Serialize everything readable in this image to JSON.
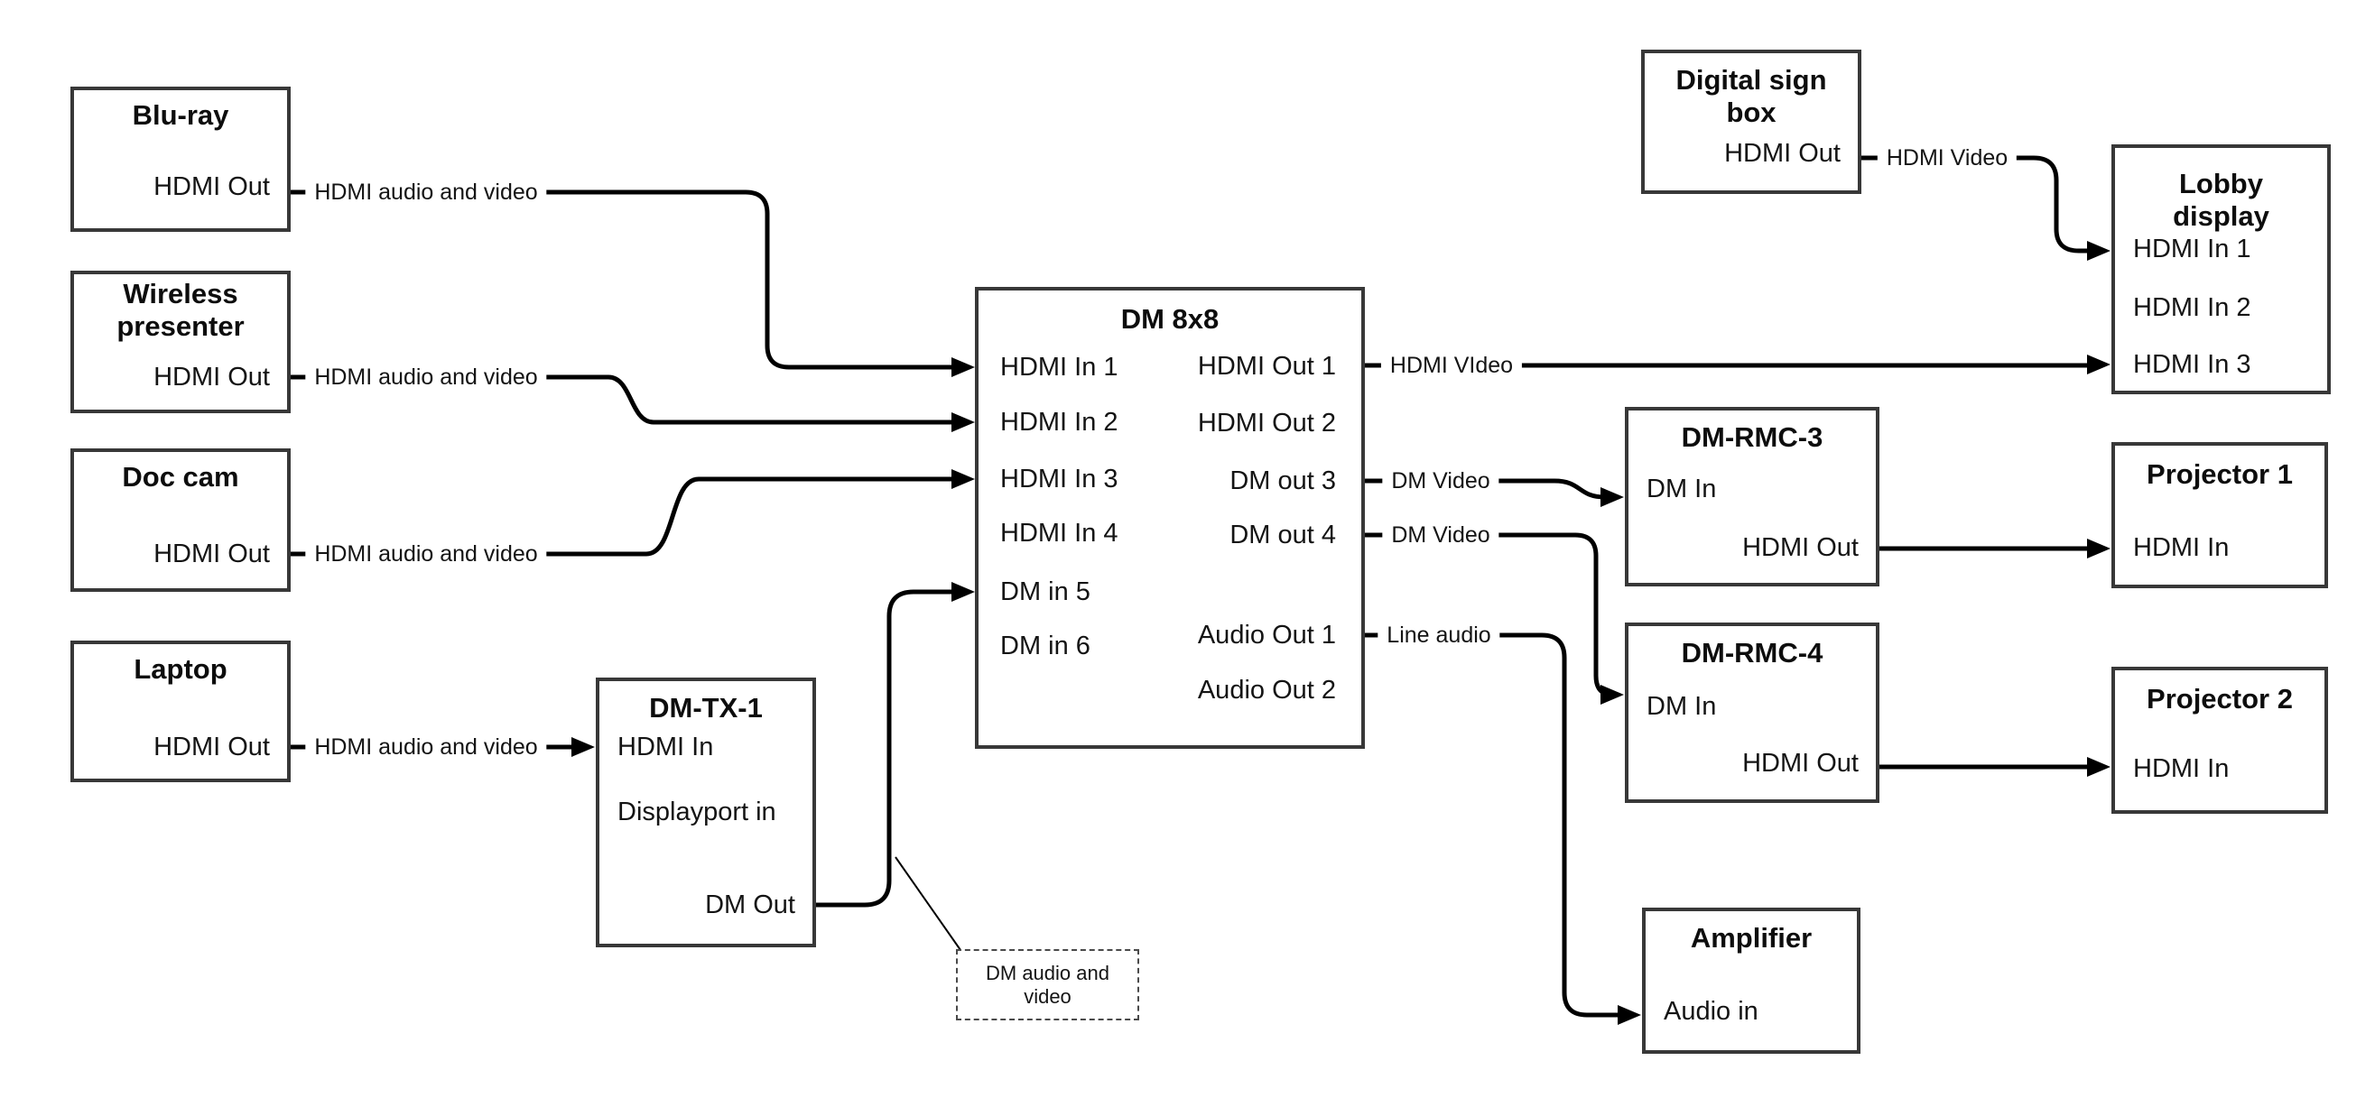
{
  "nodes": {
    "bluray": {
      "title": "Blu-ray",
      "hdmi_out": "HDMI Out"
    },
    "wireless_presenter": {
      "title": "Wireless presenter",
      "hdmi_out": "HDMI Out"
    },
    "doc_cam": {
      "title": "Doc cam",
      "hdmi_out": "HDMI Out"
    },
    "laptop": {
      "title": "Laptop",
      "hdmi_out": "HDMI Out"
    },
    "dm_tx_1": {
      "title": "DM-TX-1",
      "hdmi_in": "HDMI In",
      "displayport_in": "Displayport in",
      "dm_out": "DM Out"
    },
    "dm_8x8": {
      "title": "DM 8x8",
      "inputs": [
        "HDMI In 1",
        "HDMI In 2",
        "HDMI In 3",
        "HDMI In 4",
        "DM in 5",
        "DM in 6"
      ],
      "outputs": [
        "HDMI Out 1",
        "HDMI Out 2",
        "DM out 3",
        "DM out 4",
        "Audio Out 1",
        "Audio Out 2"
      ]
    },
    "digital_sign_box": {
      "title": "Digital sign box",
      "hdmi_out": "HDMI Out"
    },
    "lobby_display": {
      "title": "Lobby display",
      "inputs": [
        "HDMI In 1",
        "HDMI In 2",
        "HDMI In 3"
      ]
    },
    "dm_rmc_3": {
      "title": "DM-RMC-3",
      "dm_in": "DM In",
      "hdmi_out": "HDMI Out"
    },
    "projector_1": {
      "title": "Projector 1",
      "hdmi_in": "HDMI In"
    },
    "dm_rmc_4": {
      "title": "DM-RMC-4",
      "dm_in": "DM In",
      "hdmi_out": "HDMI Out"
    },
    "projector_2": {
      "title": "Projector 2",
      "hdmi_in": "HDMI In"
    },
    "amplifier": {
      "title": "Amplifier",
      "audio_in": "Audio in"
    }
  },
  "wire_labels": {
    "bluray_to_dm8x8": "HDMI audio and video",
    "wireless_to_dm8x8": "HDMI audio and video",
    "doccam_to_dm8x8": "HDMI audio and video",
    "laptop_to_dmtx1": "HDMI audio and video",
    "hdmi_out1_to_lobby": "HDMI VIdeo",
    "dm_out3_to_rmc3": "DM Video",
    "dm_out4_to_rmc4": "DM Video",
    "audio_out1_to_amp": "Line audio",
    "digsign_to_lobby": "HDMI Video"
  },
  "annotation": {
    "dm_audio_video": "DM audio and video"
  },
  "colors": {
    "box_border": "#383838",
    "wire": "#000000",
    "text": "#141414"
  }
}
